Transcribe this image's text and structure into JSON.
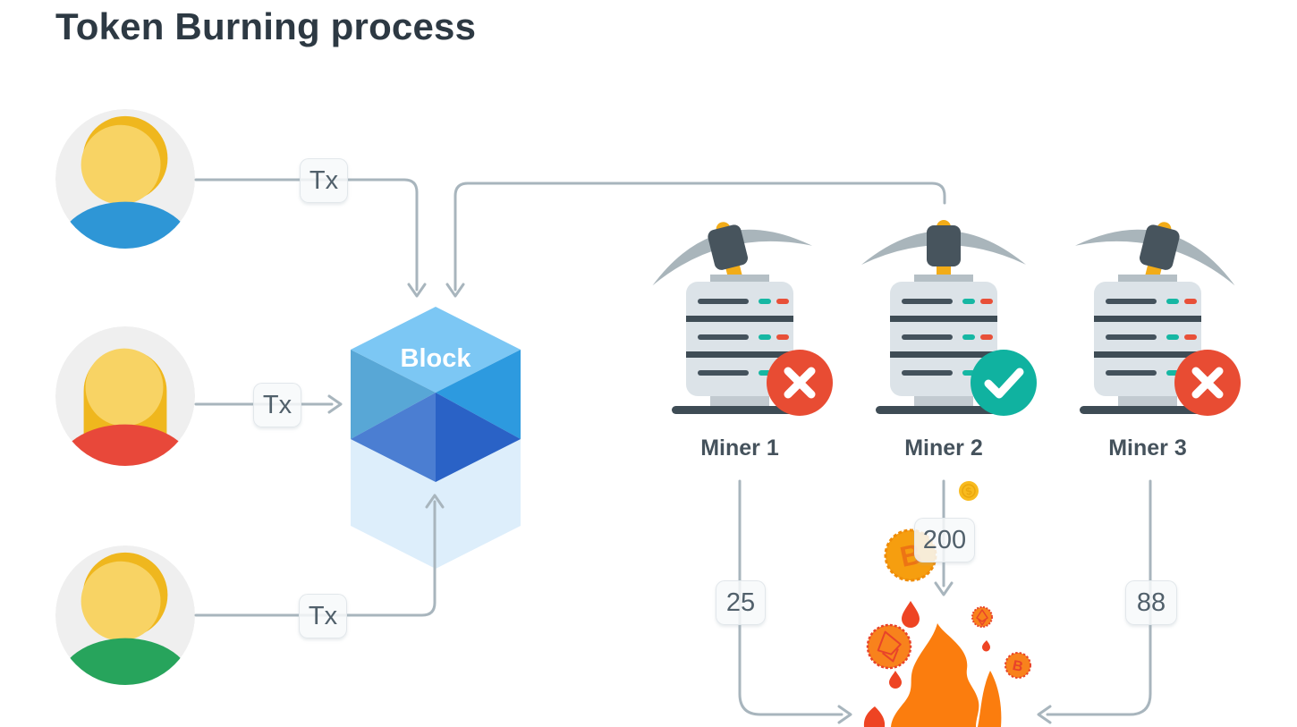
{
  "title": "Token Burning process",
  "users": [
    {
      "id": "user-1",
      "hair": "short",
      "shirt_color": "#2E96D6",
      "tx_label": "Tx"
    },
    {
      "id": "user-2",
      "hair": "long",
      "shirt_color": "#E8483A",
      "tx_label": "Tx"
    },
    {
      "id": "user-3",
      "hair": "short",
      "shirt_color": "#27A45C",
      "tx_label": "Tx"
    }
  ],
  "block": {
    "label": "Block"
  },
  "miners": [
    {
      "label": "Miner 1",
      "status": "rejected",
      "amount": "25"
    },
    {
      "label": "Miner 2",
      "status": "accepted",
      "amount": "200"
    },
    {
      "label": "Miner 3",
      "status": "rejected",
      "amount": "88"
    }
  ],
  "coins": {
    "dollar_symbol": "$",
    "bitcoin_symbol": "B"
  },
  "icons": {
    "user": "person-avatar",
    "miner": "server-with-pickaxe",
    "accepted": "check-badge",
    "rejected": "x-badge",
    "burn": "flame"
  },
  "colors": {
    "line_gray": "#A8B5BD",
    "cube_top": "#7CC7F4",
    "cube_right": "#2D9ADF",
    "cube_dark": "#2A62C6",
    "reject_red": "#E84C33",
    "accept_teal": "#10B2A0",
    "flame_orange": "#FB7D0E",
    "coin_gold": "#F8BB1F",
    "coin_orange": "#F8821C",
    "pickaxe_yellow": "#F2AC18",
    "slate": "#45525C"
  }
}
